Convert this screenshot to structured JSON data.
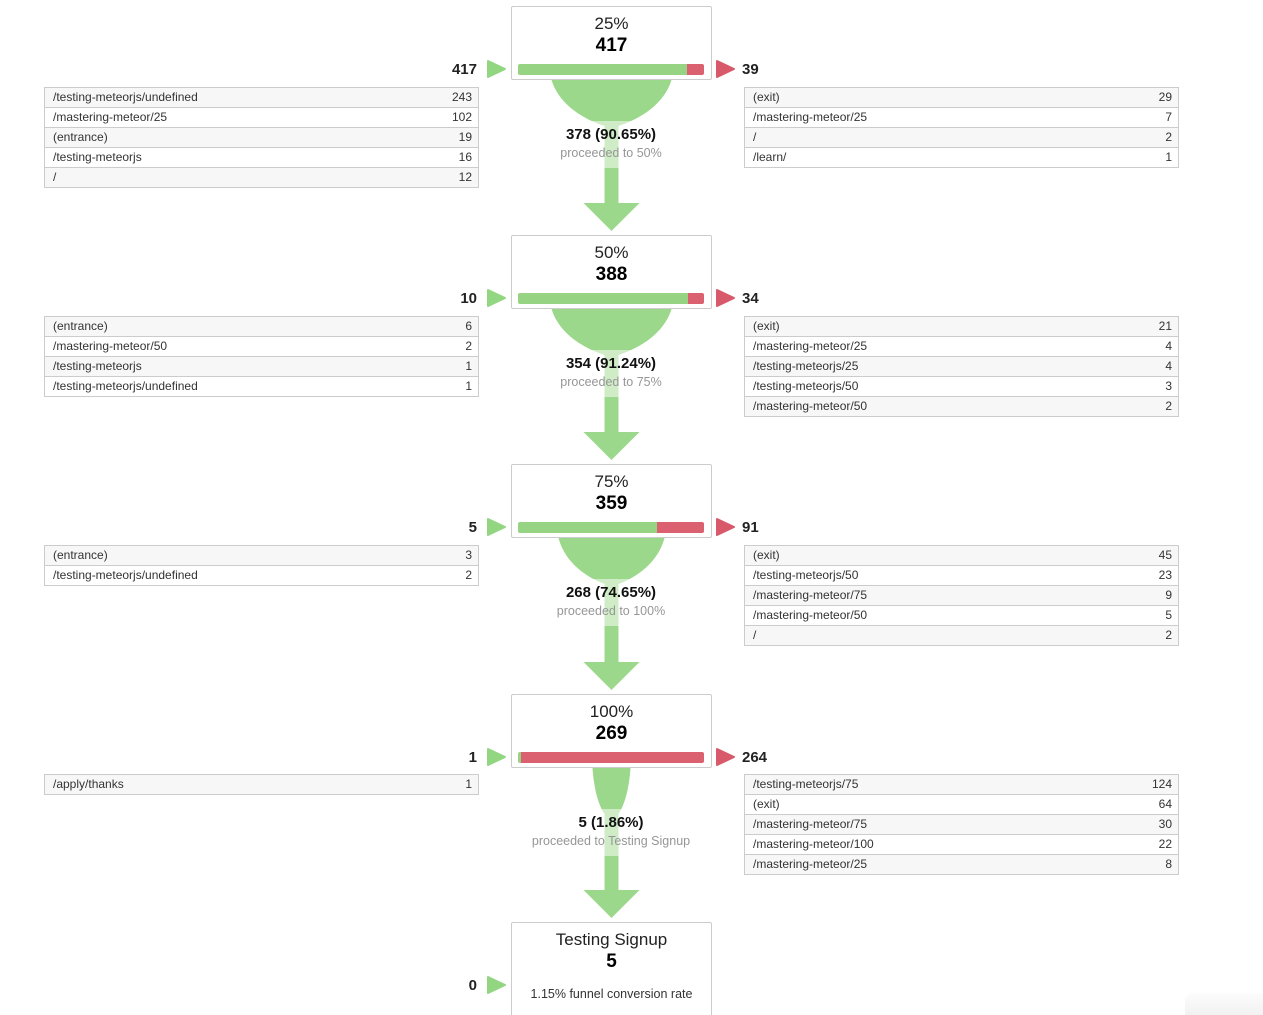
{
  "chart_data": {
    "type": "funnel",
    "layout_hint": "vertical goal-funnel, entrances table on left, exits table on right of each step",
    "steps": [
      {
        "label": "25%",
        "value": 417,
        "entered": 417,
        "exited": 39,
        "entrances": [
          {
            "page": "/testing-meteorjs/undefined",
            "count": 243
          },
          {
            "page": "/mastering-meteor/25",
            "count": 102
          },
          {
            "page": "(entrance)",
            "count": 19
          },
          {
            "page": "/testing-meteorjs",
            "count": 16
          },
          {
            "page": "/",
            "count": 12
          }
        ],
        "exits": [
          {
            "page": "(exit)",
            "count": 29
          },
          {
            "page": "/mastering-meteor/25",
            "count": 7
          },
          {
            "page": "/",
            "count": 2
          },
          {
            "page": "/learn/",
            "count": 1
          }
        ],
        "proceeded": {
          "count": 378,
          "pct": 90.65,
          "text": "378 (90.65%)",
          "subtext": "proceeded to 50%"
        }
      },
      {
        "label": "50%",
        "value": 388,
        "entered": 10,
        "exited": 34,
        "entrances": [
          {
            "page": "(entrance)",
            "count": 6
          },
          {
            "page": "/mastering-meteor/50",
            "count": 2
          },
          {
            "page": "/testing-meteorjs",
            "count": 1
          },
          {
            "page": "/testing-meteorjs/undefined",
            "count": 1
          }
        ],
        "exits": [
          {
            "page": "(exit)",
            "count": 21
          },
          {
            "page": "/mastering-meteor/25",
            "count": 4
          },
          {
            "page": "/testing-meteorjs/25",
            "count": 4
          },
          {
            "page": "/testing-meteorjs/50",
            "count": 3
          },
          {
            "page": "/mastering-meteor/50",
            "count": 2
          }
        ],
        "proceeded": {
          "count": 354,
          "pct": 91.24,
          "text": "354 (91.24%)",
          "subtext": "proceeded to 75%"
        }
      },
      {
        "label": "75%",
        "value": 359,
        "entered": 5,
        "exited": 91,
        "entrances": [
          {
            "page": "(entrance)",
            "count": 3
          },
          {
            "page": "/testing-meteorjs/undefined",
            "count": 2
          }
        ],
        "exits": [
          {
            "page": "(exit)",
            "count": 45
          },
          {
            "page": "/testing-meteorjs/50",
            "count": 23
          },
          {
            "page": "/mastering-meteor/75",
            "count": 9
          },
          {
            "page": "/mastering-meteor/50",
            "count": 5
          },
          {
            "page": "/",
            "count": 2
          }
        ],
        "proceeded": {
          "count": 268,
          "pct": 74.65,
          "text": "268 (74.65%)",
          "subtext": "proceeded to 100%"
        }
      },
      {
        "label": "100%",
        "value": 269,
        "entered": 1,
        "exited": 264,
        "entrances": [
          {
            "page": "/apply/thanks",
            "count": 1
          }
        ],
        "exits": [
          {
            "page": "/testing-meteorjs/75",
            "count": 124
          },
          {
            "page": "(exit)",
            "count": 64
          },
          {
            "page": "/mastering-meteor/75",
            "count": 30
          },
          {
            "page": "/mastering-meteor/100",
            "count": 22
          },
          {
            "page": "/mastering-meteor/25",
            "count": 8
          }
        ],
        "proceeded": {
          "count": 5,
          "pct": 1.86,
          "text": "5 (1.86%)",
          "subtext": "proceeded to Testing Signup"
        }
      },
      {
        "label": "Testing Signup",
        "value": 5,
        "entered": 0,
        "note": "1.15% funnel conversion rate",
        "entrances": [],
        "exits": []
      }
    ],
    "colors": {
      "continue_green": "#96d383",
      "abandon_red": "#dc6170",
      "funnel_green": "#9cd88b",
      "entry_arrow_green": "#93d681",
      "exit_arrow_red": "#d8596a"
    }
  }
}
